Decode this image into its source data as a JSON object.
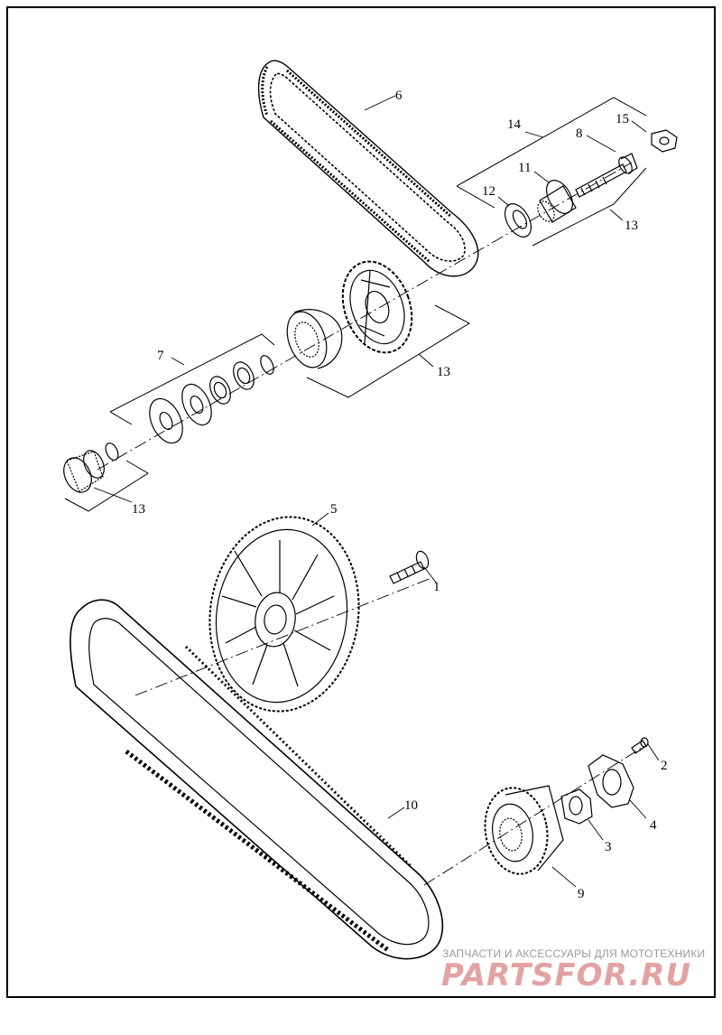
{
  "diagram": {
    "callouts": {
      "c1": "1",
      "c2": "2",
      "c3": "3",
      "c4": "4",
      "c5": "5",
      "c6": "6",
      "c7": "7",
      "c8": "8",
      "c9": "9",
      "c10": "10",
      "c11": "11",
      "c12": "12",
      "c13a": "13",
      "c13b": "13",
      "c13c": "13",
      "c14": "14",
      "c15": "15"
    }
  },
  "watermark": {
    "caption": "ЗАПЧАСТИ И АКСЕССУАРЫ ДЛЯ МОТОТЕХНИКИ",
    "brand": "PARTSFOR.RU"
  }
}
